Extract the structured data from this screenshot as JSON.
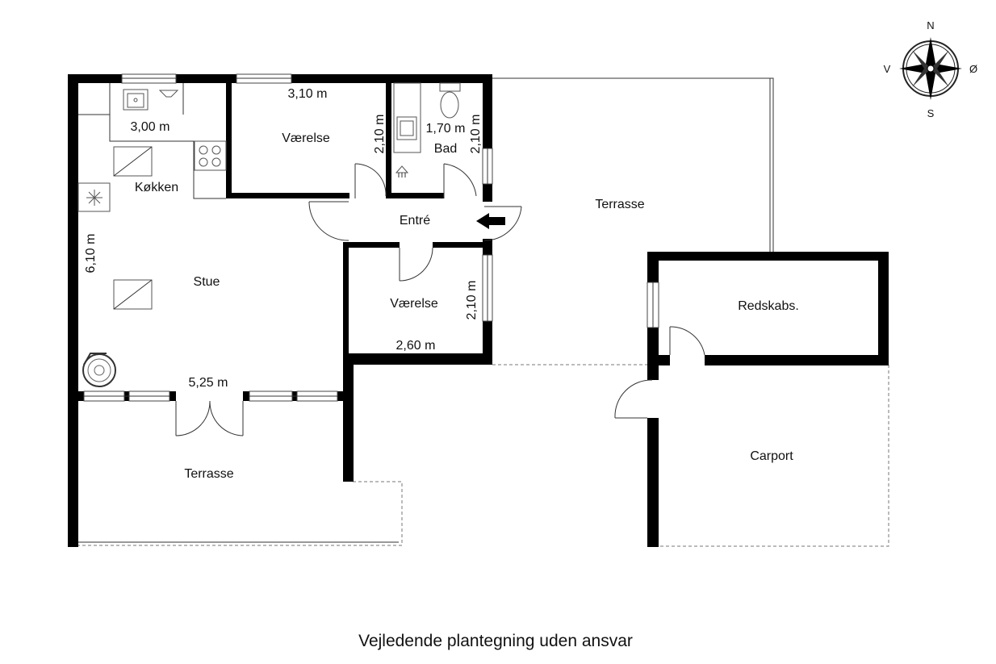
{
  "rooms": {
    "kitchen": "Køkken",
    "living": "Stue",
    "bedroom_1": "Værelse",
    "bathroom": "Bad",
    "entrance": "Entré",
    "bedroom_2": "Værelse",
    "terrace_top": "Terrasse",
    "terrace_bottom": "Terrasse",
    "storage": "Redskabs.",
    "carport": "Carport"
  },
  "dimensions": {
    "kitchen_width": "3,00 m",
    "bedroom_1_width": "3,10 m",
    "bedroom_1_depth": "2,10 m",
    "bathroom_width": "1,70 m",
    "bathroom_depth": "2,10 m",
    "bedroom_2_depth": "2,10 m",
    "bedroom_2_width": "2,60 m",
    "living_width": "5,25 m",
    "living_depth": "6,10 m"
  },
  "compass": {
    "north": "N",
    "south": "S",
    "east": "Ø",
    "west": "V"
  },
  "caption": "Vejledende plantegning uden ansvar"
}
